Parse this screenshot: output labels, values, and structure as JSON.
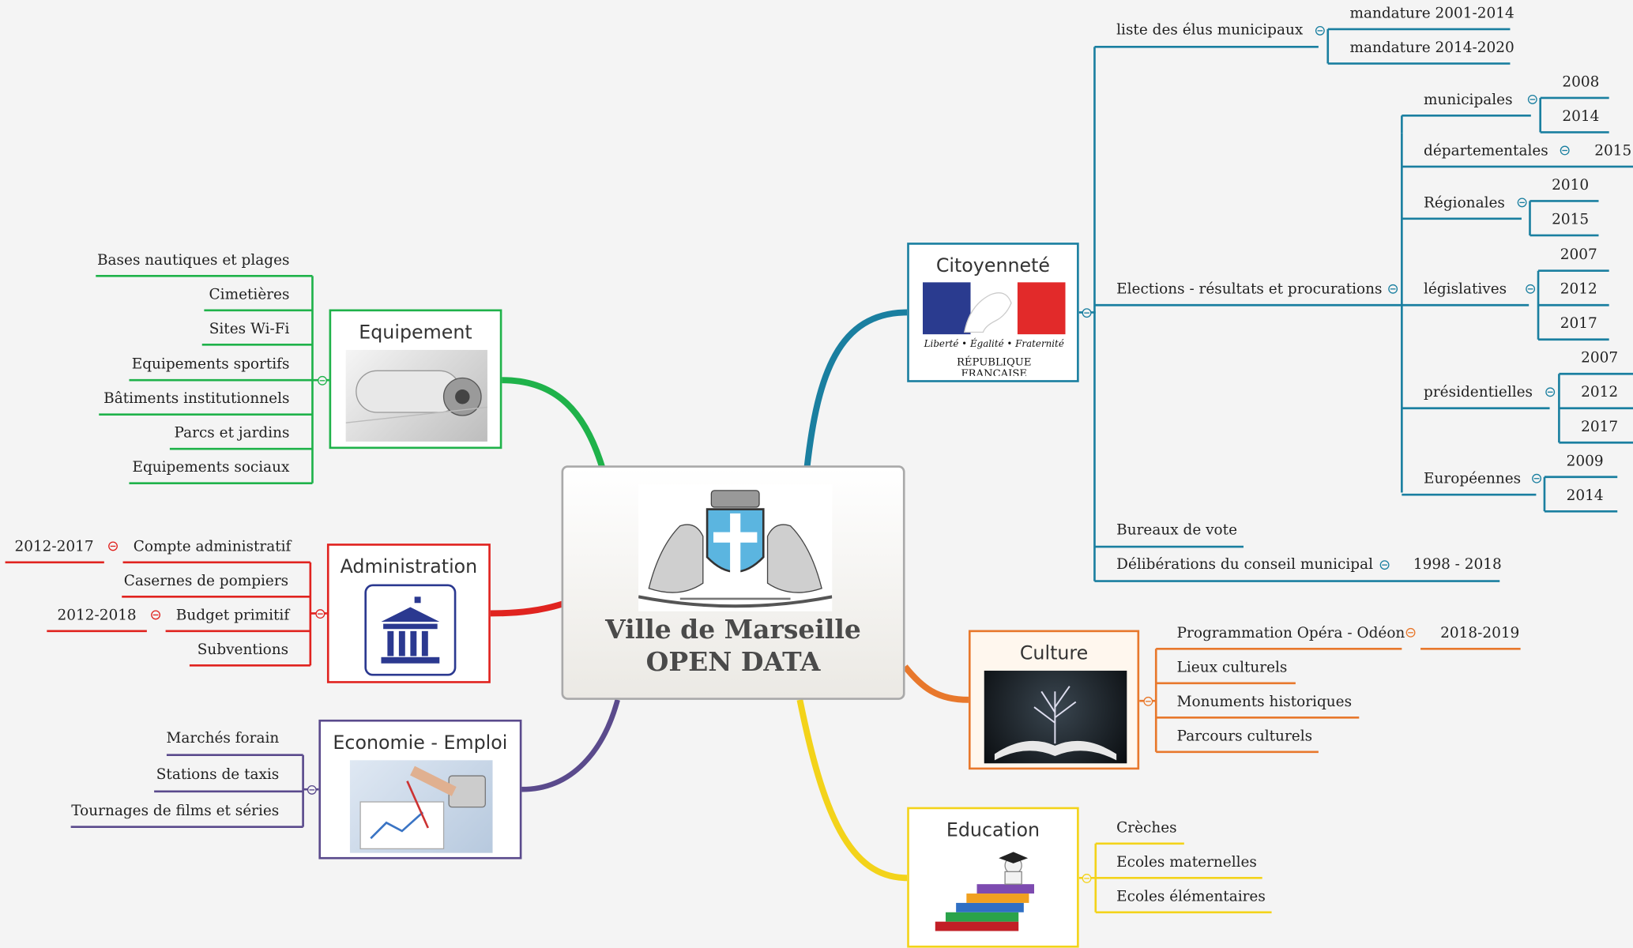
{
  "headline": "",
  "center": {
    "title_line1": "Ville de Marseille",
    "title_line2": "OPEN DATA"
  },
  "colors": {
    "citoyennete": "#1a7fa0",
    "equipement": "#1fb24a",
    "administration": "#e0231f",
    "economie": "#5a4a8c",
    "culture": "#e8782c",
    "education": "#f3d31a"
  },
  "citoyennete": {
    "title": "Citoyenneté",
    "logo": {
      "line1": "Liberté • Égalité • Fraternité",
      "line2": "RÉPUBLIQUE FRANÇAISE"
    },
    "elus": {
      "label": "liste des élus municipaux",
      "children": [
        "mandature 2001-2014",
        "mandature 2014-2020"
      ]
    },
    "elections": {
      "label": "Elections  - résultats et procurations",
      "municipales": {
        "label": "municipales",
        "years": [
          "2008",
          "2014"
        ]
      },
      "departementales": {
        "label": "départementales",
        "years": [
          "2015"
        ]
      },
      "regionales": {
        "label": "Régionales",
        "years": [
          "2010",
          "2015"
        ]
      },
      "legislatives": {
        "label": "législatives",
        "years": [
          "2007",
          "2012",
          "2017"
        ]
      },
      "presidentielles": {
        "label": "présidentielles",
        "years": [
          "2007",
          "2012",
          "2017"
        ]
      },
      "europeennes": {
        "label": "Européennes",
        "years": [
          "2009",
          "2014"
        ]
      }
    },
    "bureaux": "Bureaux de vote",
    "deliberations": {
      "label": "Délibérations du conseil municipal",
      "child": "1998 - 2018"
    }
  },
  "equipement": {
    "title": "Equipement",
    "items": [
      "Bases nautiques et plages",
      "Cimetières",
      "Sites Wi-Fi",
      "Equipements sportifs",
      "Bâtiments institutionnels",
      "Parcs et jardins",
      "Equipements sociaux"
    ]
  },
  "administration": {
    "title": "Administration",
    "compte": {
      "label": "Compte administratif",
      "child": "2012-2017"
    },
    "casernes": "Casernes de pompiers",
    "budget": {
      "label": "Budget primitif",
      "child": "2012-2018"
    },
    "subventions": "Subventions"
  },
  "economie": {
    "title": "Economie - Emploi",
    "items": [
      "Marchés forain",
      "Stations de taxis",
      "Tournages de films et séries"
    ]
  },
  "culture": {
    "title": "Culture",
    "programmation": {
      "label": "Programmation Opéra - Odéon",
      "child": "2018-2019"
    },
    "items": [
      "Lieux culturels",
      "Monuments historiques",
      "Parcours culturels"
    ]
  },
  "education": {
    "title": "Education",
    "items": [
      "Crèches",
      "Ecoles maternelles",
      "Ecoles élémentaires"
    ]
  }
}
